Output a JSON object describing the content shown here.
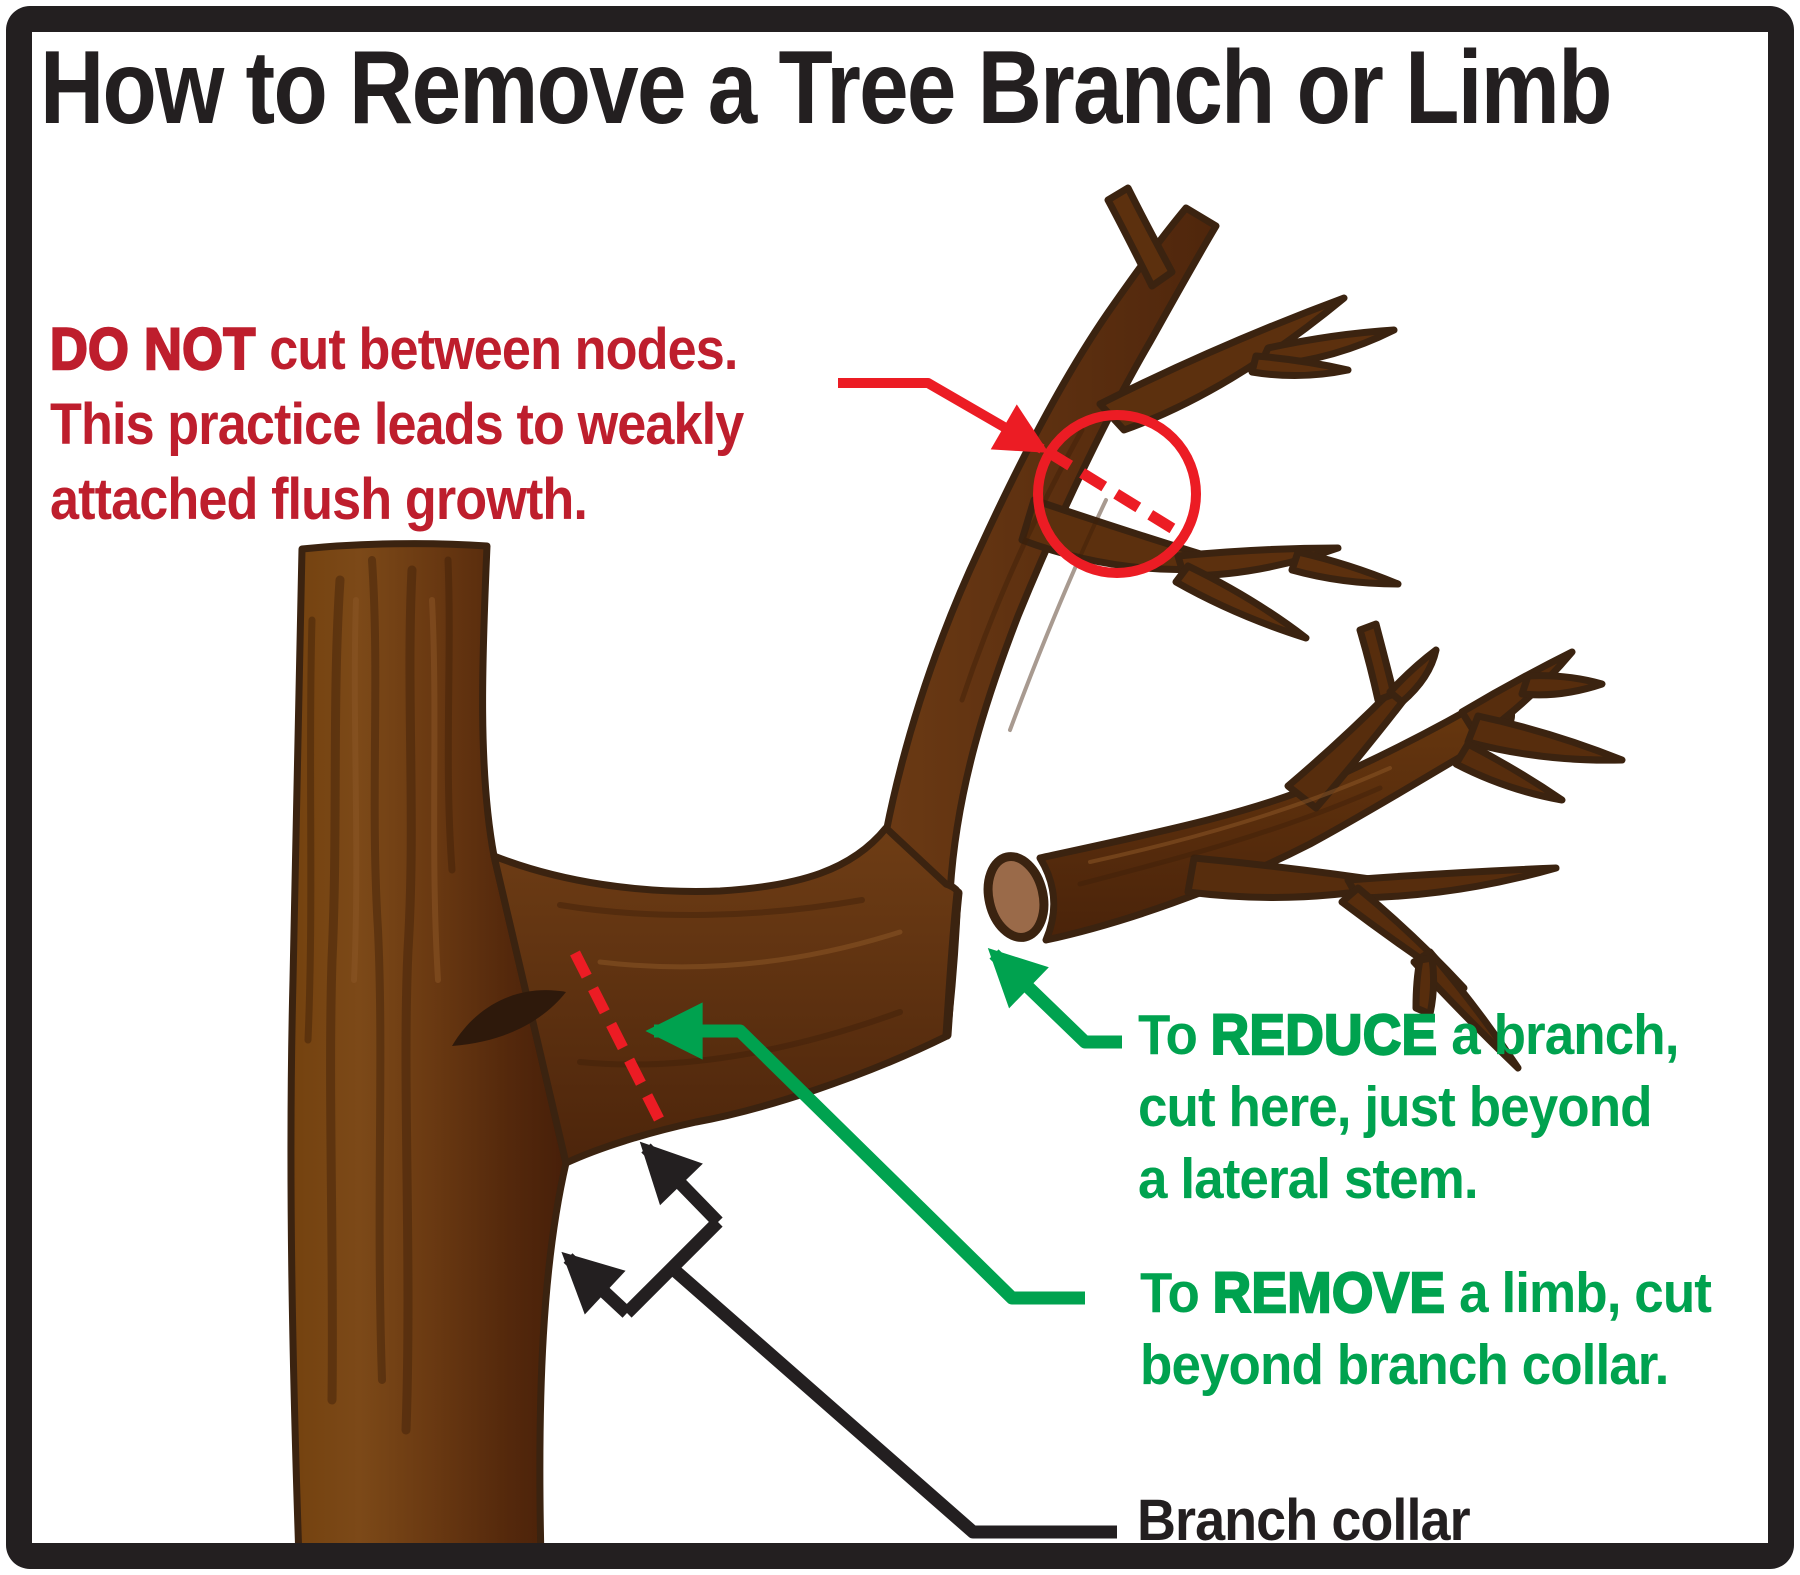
{
  "title": "How to Remove a Tree Branch or Limb",
  "warning_note": {
    "emphasis": "DO NOT",
    "line1_rest": " cut between nodes.",
    "line2": "This practice leads to weakly",
    "line3": "attached flush growth."
  },
  "reduce_note": {
    "line1_prefix": "To ",
    "emphasis": "REDUCE",
    "line1_rest": " a branch,",
    "line2": "cut here, just beyond",
    "line3": "a lateral stem."
  },
  "remove_note": {
    "line1_prefix": "To ",
    "emphasis": "REMOVE",
    "line1_rest": " a limb, cut",
    "line2": "beyond branch collar."
  },
  "branch_collar_label": "Branch collar",
  "colors": {
    "ink": "#231F20",
    "warning_red": "#BE1E2D",
    "annotation_red": "#EC1C24",
    "annotation_green": "#00A24F",
    "trunk_brown": "#6B3A12",
    "outline_brown": "#3B2310",
    "cut_face_brown": "#9A6A49",
    "background": "#FFFFFF"
  }
}
